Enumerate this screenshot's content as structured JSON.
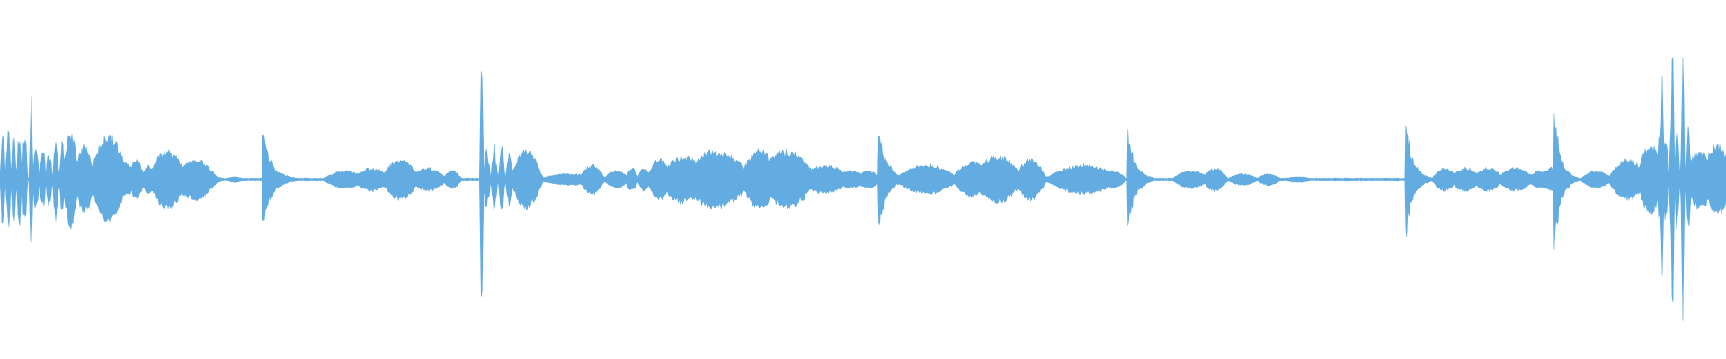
{
  "waveform": {
    "color": "#62ace1",
    "background": "#ffffff",
    "amplitude_range": [
      -1,
      1
    ],
    "segments": [
      {
        "type": "wobble",
        "start": 0.0,
        "end": 0.016,
        "amp": 0.2,
        "cycles": 5
      },
      {
        "type": "spike",
        "pos": 0.018,
        "amp": 0.34
      },
      {
        "type": "wobble",
        "start": 0.019,
        "end": 0.038,
        "amp": 0.14,
        "cycles": 5
      },
      {
        "type": "lobe",
        "center": 0.041,
        "width": 0.005,
        "amp": 0.16
      },
      {
        "type": "lobe",
        "center": 0.049,
        "width": 0.006,
        "amp": 0.12
      },
      {
        "type": "lobe",
        "center": 0.063,
        "width": 0.012,
        "amp": 0.15
      },
      {
        "type": "lobe",
        "center": 0.073,
        "width": 0.006,
        "amp": 0.06
      },
      {
        "type": "lobe",
        "center": 0.079,
        "width": 0.005,
        "amp": 0.07
      },
      {
        "type": "lobe",
        "center": 0.086,
        "width": 0.004,
        "amp": 0.05
      },
      {
        "type": "lobe",
        "center": 0.097,
        "width": 0.012,
        "amp": 0.1
      },
      {
        "type": "lobe",
        "center": 0.113,
        "width": 0.014,
        "amp": 0.07
      },
      {
        "type": "lobe",
        "center": 0.126,
        "width": 0.004,
        "amp": 0.01
      },
      {
        "type": "lobe",
        "center": 0.136,
        "width": 0.006,
        "amp": 0.01
      },
      {
        "type": "decay",
        "pos": 0.152,
        "amp": 0.17,
        "length": 0.025
      },
      {
        "type": "lobe",
        "center": 0.2,
        "width": 0.014,
        "amp": 0.03
      },
      {
        "type": "lobe",
        "center": 0.215,
        "width": 0.012,
        "amp": 0.04
      },
      {
        "type": "lobe",
        "center": 0.232,
        "width": 0.012,
        "amp": 0.07
      },
      {
        "type": "lobe",
        "center": 0.248,
        "width": 0.012,
        "amp": 0.04
      },
      {
        "type": "lobe",
        "center": 0.262,
        "width": 0.006,
        "amp": 0.03
      },
      {
        "type": "spike",
        "pos": 0.279,
        "amp": 0.54
      },
      {
        "type": "wobble",
        "start": 0.28,
        "end": 0.297,
        "amp": 0.12,
        "cycles": 4
      },
      {
        "type": "lobe",
        "center": 0.305,
        "width": 0.01,
        "amp": 0.1
      },
      {
        "type": "lobe",
        "center": 0.33,
        "width": 0.02,
        "amp": 0.02
      },
      {
        "type": "lobe",
        "center": 0.343,
        "width": 0.008,
        "amp": 0.05
      },
      {
        "type": "lobe",
        "center": 0.357,
        "width": 0.008,
        "amp": 0.03
      },
      {
        "type": "lobe",
        "center": 0.366,
        "width": 0.004,
        "amp": 0.04
      },
      {
        "type": "lobe",
        "center": 0.373,
        "width": 0.004,
        "amp": 0.04
      },
      {
        "type": "lobe",
        "center": 0.382,
        "width": 0.008,
        "amp": 0.07
      },
      {
        "type": "lobe",
        "center": 0.396,
        "width": 0.016,
        "amp": 0.08
      },
      {
        "type": "lobe",
        "center": 0.415,
        "width": 0.022,
        "amp": 0.1
      },
      {
        "type": "lobe",
        "center": 0.44,
        "width": 0.012,
        "amp": 0.1
      },
      {
        "type": "lobe",
        "center": 0.456,
        "width": 0.018,
        "amp": 0.1
      },
      {
        "type": "lobe",
        "center": 0.478,
        "width": 0.016,
        "amp": 0.05
      },
      {
        "type": "lobe",
        "center": 0.492,
        "width": 0.012,
        "amp": 0.03
      },
      {
        "type": "lobe",
        "center": 0.503,
        "width": 0.008,
        "amp": 0.03
      },
      {
        "type": "decay",
        "pos": 0.509,
        "amp": 0.19,
        "length": 0.022
      },
      {
        "type": "lobe",
        "center": 0.537,
        "width": 0.02,
        "amp": 0.05
      },
      {
        "type": "lobe",
        "center": 0.563,
        "width": 0.012,
        "amp": 0.06
      },
      {
        "type": "lobe",
        "center": 0.578,
        "width": 0.016,
        "amp": 0.08
      },
      {
        "type": "lobe",
        "center": 0.597,
        "width": 0.01,
        "amp": 0.07
      },
      {
        "type": "lobe",
        "center": 0.612,
        "width": 0.006,
        "amp": 0.01
      },
      {
        "type": "lobe",
        "center": 0.628,
        "width": 0.024,
        "amp": 0.05
      },
      {
        "type": "lobe",
        "center": 0.645,
        "width": 0.008,
        "amp": 0.03
      },
      {
        "type": "decay",
        "pos": 0.653,
        "amp": 0.21,
        "length": 0.02
      },
      {
        "type": "lobe",
        "center": 0.69,
        "width": 0.012,
        "amp": 0.03
      },
      {
        "type": "lobe",
        "center": 0.704,
        "width": 0.008,
        "amp": 0.04
      },
      {
        "type": "lobe",
        "center": 0.72,
        "width": 0.01,
        "amp": 0.02
      },
      {
        "type": "lobe",
        "center": 0.735,
        "width": 0.008,
        "amp": 0.02
      },
      {
        "type": "lobe",
        "center": 0.752,
        "width": 0.01,
        "amp": 0.01
      },
      {
        "type": "decay",
        "pos": 0.814,
        "amp": 0.23,
        "length": 0.02
      },
      {
        "type": "lobe",
        "center": 0.837,
        "width": 0.008,
        "amp": 0.04
      },
      {
        "type": "lobe",
        "center": 0.849,
        "width": 0.01,
        "amp": 0.04
      },
      {
        "type": "lobe",
        "center": 0.862,
        "width": 0.01,
        "amp": 0.04
      },
      {
        "type": "lobe",
        "center": 0.878,
        "width": 0.012,
        "amp": 0.04
      },
      {
        "type": "lobe",
        "center": 0.892,
        "width": 0.008,
        "amp": 0.03
      },
      {
        "type": "lobe",
        "center": 0.899,
        "width": 0.008,
        "amp": 0.04
      },
      {
        "type": "decay",
        "pos": 0.9,
        "amp": 0.3,
        "length": 0.018
      },
      {
        "type": "lobe",
        "center": 0.925,
        "width": 0.01,
        "amp": 0.03
      },
      {
        "type": "lobe",
        "center": 0.943,
        "width": 0.012,
        "amp": 0.07
      },
      {
        "type": "lobe",
        "center": 0.956,
        "width": 0.008,
        "amp": 0.12
      },
      {
        "type": "spike",
        "pos": 0.963,
        "amp": 0.4
      },
      {
        "type": "spike",
        "pos": 0.969,
        "amp": 0.6
      },
      {
        "type": "spike",
        "pos": 0.975,
        "amp": 0.5
      },
      {
        "type": "wobble",
        "start": 0.96,
        "end": 0.98,
        "amp": 0.2,
        "cycles": 6
      },
      {
        "type": "lobe",
        "center": 0.985,
        "width": 0.01,
        "amp": 0.1
      },
      {
        "type": "lobe",
        "center": 0.995,
        "width": 0.01,
        "amp": 0.12
      }
    ]
  }
}
